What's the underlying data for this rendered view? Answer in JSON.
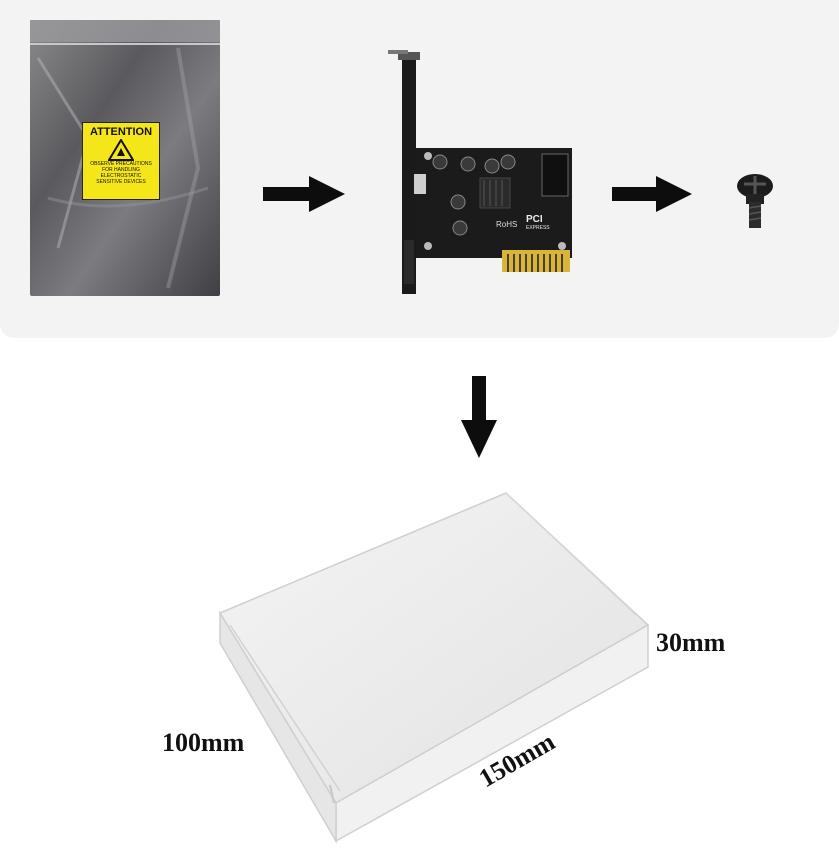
{
  "antistatic_bag": {
    "label_title": "ATTENTION",
    "label_lines": [
      "OBSERVE PRECAUTIONS",
      "FOR HANDLING",
      "ELECTROSTATIC",
      "SENSITIVE DEVICES"
    ]
  },
  "pcie_card": {
    "rohs_mark": "RoHS",
    "pci_logo": "PCI",
    "pci_logo_sub": "EXPRESS"
  },
  "box_dimensions": {
    "height": "30mm",
    "width": "100mm",
    "length": "150mm"
  },
  "colors": {
    "panel": "#f3f3f3",
    "arrow": "#0d0d0d",
    "label_yellow": "#f5e61a",
    "pcb": "#1b1b1b",
    "gold_fingers": "#d9b43a"
  },
  "icons": [
    "arrow-right-icon",
    "arrow-right-icon",
    "arrow-down-icon",
    "esd-warning-icon",
    "screw-icon"
  ]
}
